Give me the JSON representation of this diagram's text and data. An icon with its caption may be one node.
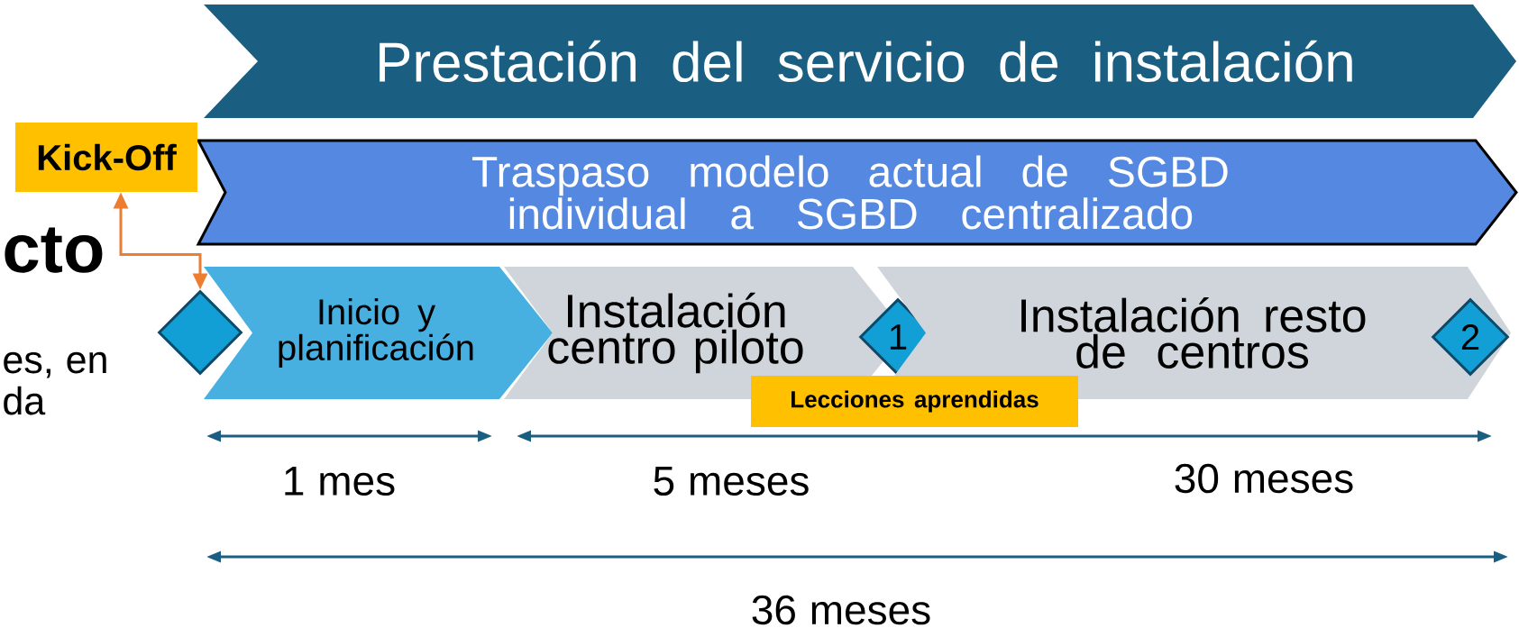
{
  "diagram": {
    "nodes": [
      {
        "text": [
          "Prestación del servicio de instalación"
        ]
      },
      {
        "text": [
          "Traspaso modelo actual de SGBD individual a SGBD centralizado"
        ]
      },
      {
        "text": [
          "Kick-Off"
        ]
      },
      {
        "text": [],
        "shape": "diamond"
      },
      {
        "text": [
          "Inicio y planificación"
        ]
      },
      {
        "text": [
          "Instalación centro piloto"
        ]
      },
      {
        "text": [
          "1"
        ]
      },
      {
        "text": [
          "Instalación resto de centros"
        ]
      },
      {
        "text": [
          "2"
        ],
        "in": 7
      },
      {
        "text": [
          "Lecciones aprendidas"
        ]
      }
    ],
    "edges": [
      {
        "from": 2,
        "to": 3,
        "arrow": "both",
        "color": "#ed7d31"
      }
    ],
    "labels": [
      "cto",
      "es, en",
      "da",
      "1 mes",
      "5 meses",
      "30 meses",
      "36 meses"
    ]
  }
}
